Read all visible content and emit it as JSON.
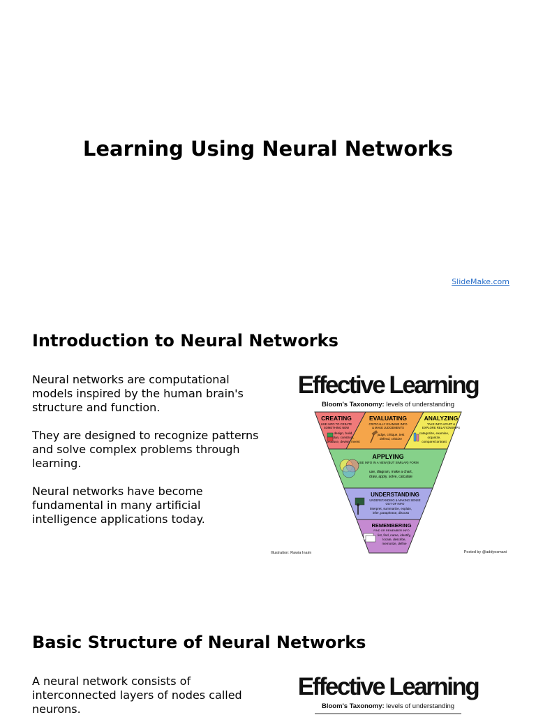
{
  "title_slide": {
    "title": "Learning Using Neural Networks",
    "credit": "SlideMake.com"
  },
  "slide1": {
    "heading": "Introduction to Neural Networks",
    "paragraphs": [
      "Neural networks are computational models inspired by the human brain's structure and function.",
      "They are designed to recognize patterns and solve complex problems through learning.",
      "Neural networks have become fundamental in many artificial intelligence applications today."
    ]
  },
  "slide2": {
    "heading": "Basic Structure of Neural Networks",
    "paragraphs": [
      "A neural network consists of interconnected layers of nodes called neurons."
    ]
  },
  "infographic": {
    "title": "Effective Learning",
    "subtitle_bold": "Bloom's Taxonomy:",
    "subtitle_rest": " levels of understanding",
    "creating": {
      "label": "CREATING",
      "desc1": "USE INFO TO CREATE",
      "desc2": "SOMETHING NEW",
      "verbs1": "design, build,",
      "verbs2": "plan, construct,",
      "verbs3": "produce, devise, invent",
      "color": "#f07a7a"
    },
    "evaluating": {
      "label": "EVALUATING",
      "desc1": "CRITICALLY EXAMINE INFO",
      "desc2": "& MAKE JUDGEMENTS",
      "verbs1": "judge, critique, test",
      "verbs2": "defend, criticize",
      "color": "#f5a54a"
    },
    "analyzing": {
      "label": "ANALYZING",
      "desc1": "TAKE INFO APART &",
      "desc2": "EXPLORE RELATIONSHIPS",
      "verbs1": "categorize, examine,",
      "verbs2": "organize,",
      "verbs3": "compare/contrast",
      "color": "#f2ea5a"
    },
    "applying": {
      "label": "APPLYING",
      "desc1": "USE INFO IN A NEW (BUT SIMILAR) FORM",
      "verbs1": "use, diagram, make a chart,",
      "verbs2": "draw, apply, solve, calculate",
      "color": "#86d18a"
    },
    "understanding": {
      "label": "UNDERSTANDING",
      "desc1": "UNDERSTANDING & MAKING SENSE",
      "desc2": "OUT OF INFO",
      "verbs1": "interpret, summarize, explain,",
      "verbs2": "infer, paraphrase, discuss",
      "color": "#a9a9e8"
    },
    "remembering": {
      "label": "REMEMBERING",
      "desc1": "FIND OR REMEMBER INFO",
      "verbs1": "list, find, name, identify,",
      "verbs2": "locate, describe,",
      "verbs3": "memorize, define",
      "color": "#c58ad1"
    },
    "illustration_credit": "Illustration: Rawia Inaim",
    "posted_by": "Posted by @addyosmani"
  }
}
